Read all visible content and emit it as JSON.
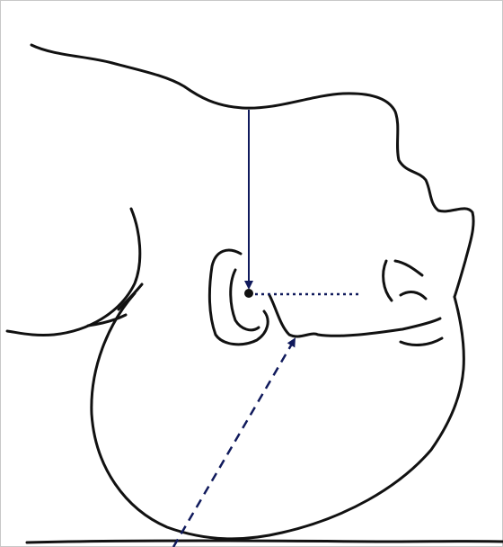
{
  "figure": {
    "subject": "infant-head-lateral-sketch",
    "background_color": "#ffffff",
    "frame_color": "#c8c8c8",
    "line_art_color": "#111111",
    "annotation_color": "#101a5c"
  },
  "annotations": {
    "vertical_arrow": {
      "line_style": "solid",
      "head": "arrow"
    },
    "horizontal_line": {
      "line_style": "dotted",
      "head": "none"
    },
    "diagonal_arrow": {
      "line_style": "dashed",
      "head": "arrow"
    },
    "reference_point": {
      "marker": "dot"
    }
  }
}
